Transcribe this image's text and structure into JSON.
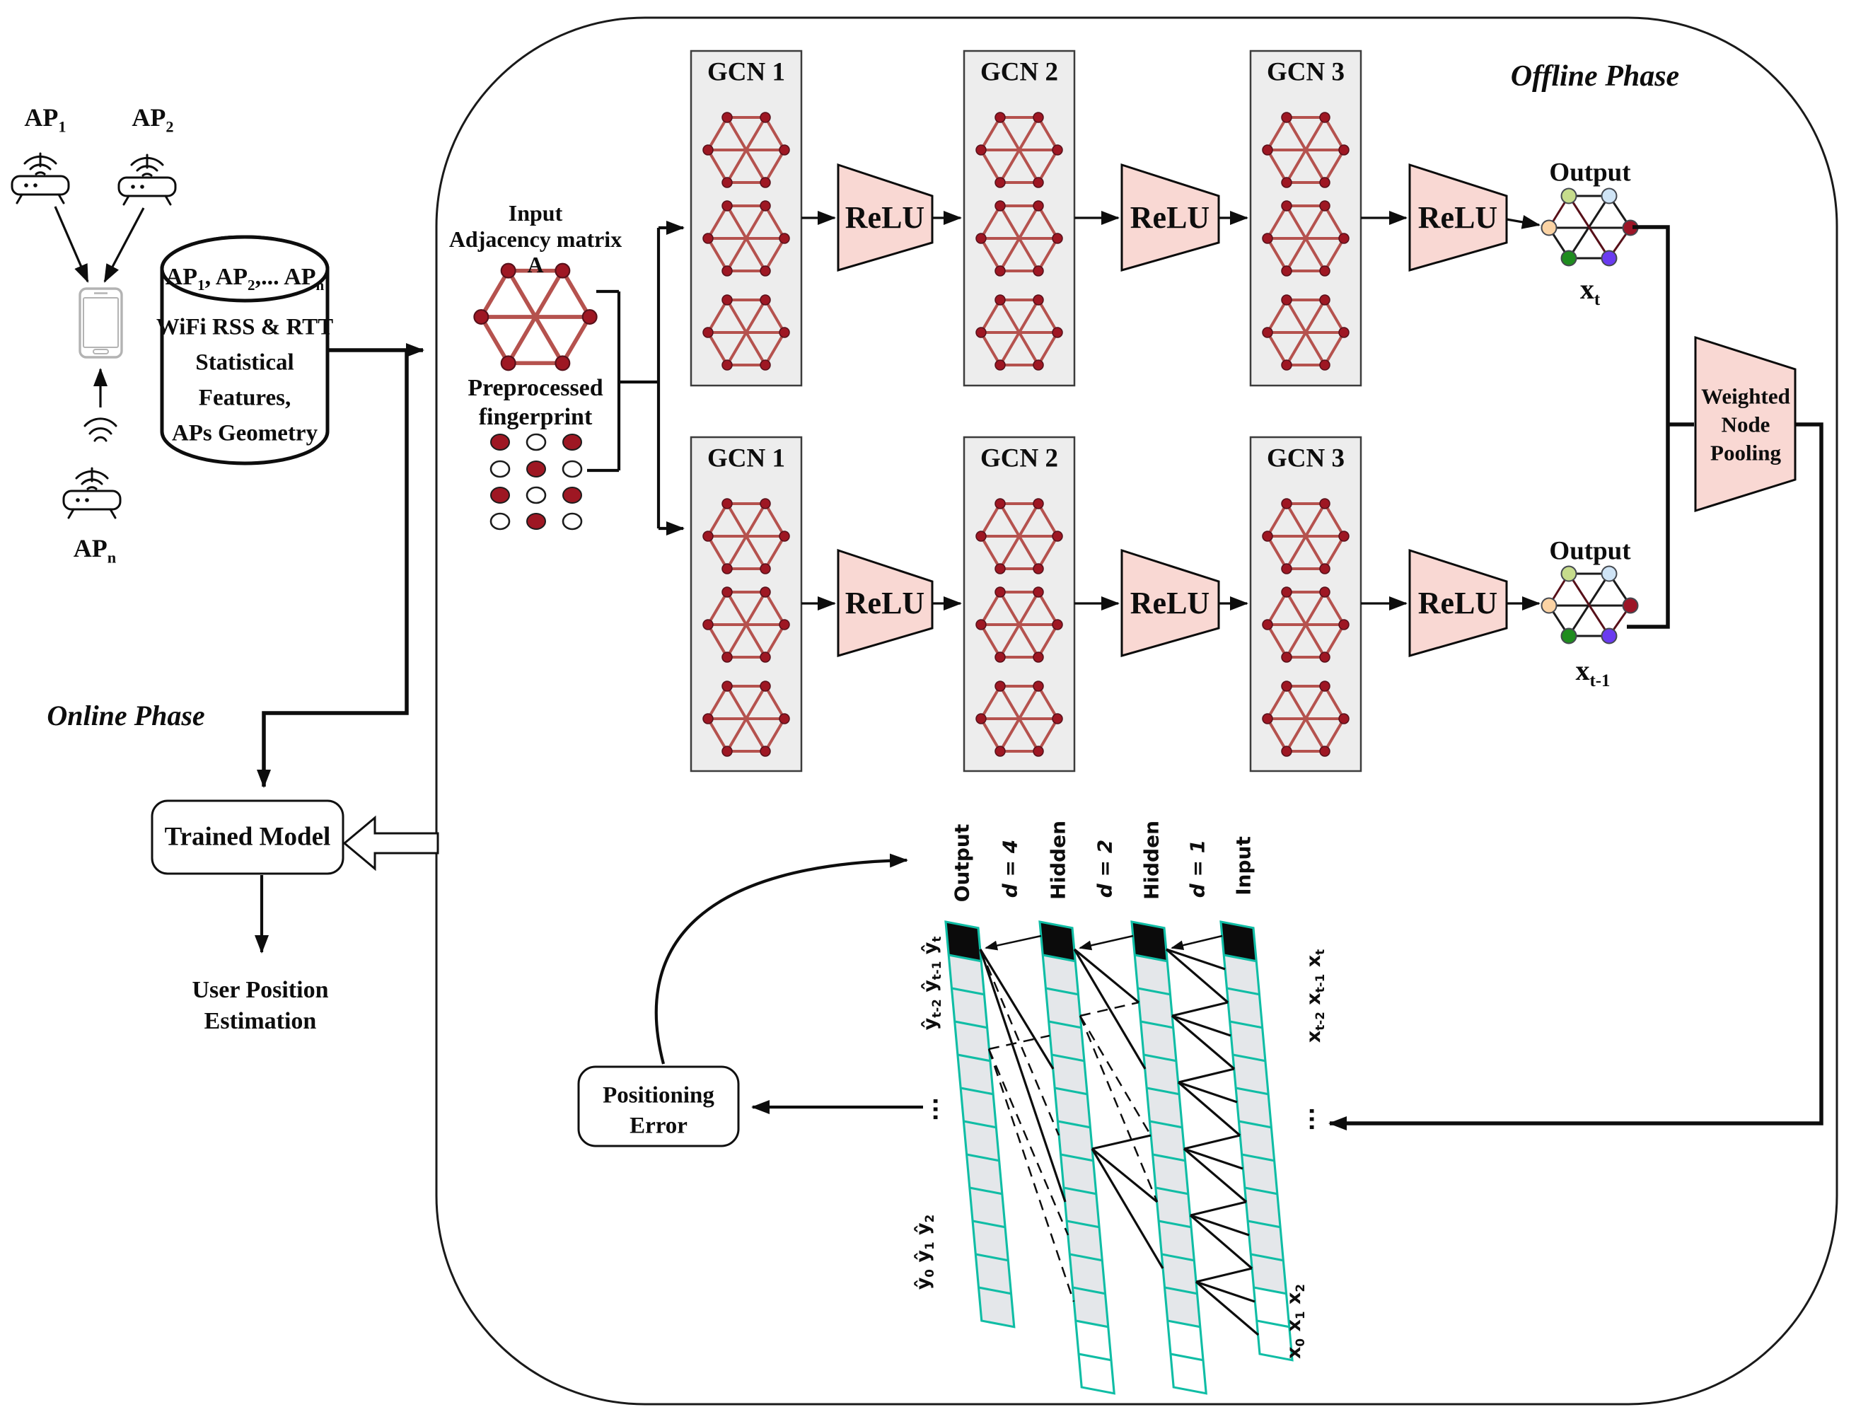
{
  "phases": {
    "offline": "Offline Phase",
    "online": "Online Phase"
  },
  "access_points": {
    "ap1": {
      "base": "AP",
      "sub": "1"
    },
    "ap2": {
      "base": "AP",
      "sub": "2"
    },
    "apn": {
      "base": "AP",
      "sub": "n"
    }
  },
  "database": {
    "title": {
      "t1": "AP",
      "s1": "1",
      "t2": ", AP",
      "s2": "2",
      "t3": ",... AP",
      "s3": "n"
    },
    "lines": [
      "WiFi RSS & RTT",
      "Statistical",
      "Features,",
      "APs Geometry"
    ]
  },
  "adjacency": {
    "line1": "Input",
    "line2": "Adjacency matrix",
    "line3": "A"
  },
  "fingerprint": {
    "line1": "Preprocessed",
    "line2": "fingerprint",
    "pattern": [
      [
        1,
        0,
        1
      ],
      [
        0,
        1,
        0
      ],
      [
        1,
        0,
        1
      ],
      [
        0,
        1,
        0
      ]
    ]
  },
  "gcn": {
    "titles": [
      "GCN 1",
      "GCN 2",
      "GCN 3"
    ]
  },
  "relu_label": "ReLU",
  "outputs": {
    "label": "Output",
    "xt": {
      "base": "x",
      "sub": "t"
    },
    "xt1": {
      "base": "x",
      "sub": "t-1"
    }
  },
  "pooling": {
    "lines": [
      "Weighted",
      "Node",
      "Pooling"
    ]
  },
  "trained_model_label": "Trained Model",
  "user_position": {
    "lines": [
      "User Position",
      "Estimation"
    ]
  },
  "positioning_error": {
    "lines": [
      "Positioning",
      "Error"
    ]
  },
  "tcn": {
    "headers": [
      "Output",
      "d = 4",
      "Hidden",
      "d = 2",
      "Hidden",
      "d = 1",
      "Input"
    ],
    "y_top": [
      {
        "base": "ŷ",
        "sub": "t-2"
      },
      {
        "base": "ŷ",
        "sub": "t-1"
      },
      {
        "base": "ŷ",
        "sub": "t"
      }
    ],
    "x_top": [
      {
        "base": "x",
        "sub": "t-2"
      },
      {
        "base": "x",
        "sub": "t-1"
      },
      {
        "base": "x",
        "sub": "t"
      }
    ],
    "y_bottom": [
      {
        "base": "ŷ",
        "sub": "0"
      },
      {
        "base": "ŷ",
        "sub": "1"
      },
      {
        "base": "ŷ",
        "sub": "2"
      }
    ],
    "x_bottom": [
      {
        "base": "x",
        "sub": "0"
      },
      {
        "base": "x",
        "sub": "1"
      },
      {
        "base": "x",
        "sub": "2"
      }
    ],
    "ellipsis": "..."
  },
  "colors": {
    "maroon_node": "#9e1723",
    "maroon_edge": "#b5524e",
    "dark_maroon_edge": "#571019",
    "pink": "#f9d8d3",
    "teal": "#10bda5",
    "cellgray": "#e4e7ea",
    "blockgray": "#ededed",
    "out_tl": "#c6dc8c",
    "out_tr": "#cfe4f6",
    "out_l": "#fbd3a4",
    "out_r": "#9c1527",
    "out_bl": "#1f8c1f",
    "out_br": "#6a3bf0",
    "ink": "#0d0d0d"
  }
}
